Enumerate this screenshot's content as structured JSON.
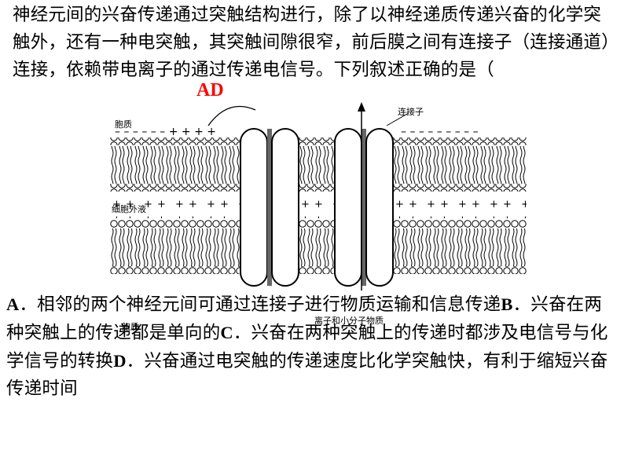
{
  "question": {
    "stem": "神经元间的兴奋传递通过突触结构进行，除了以神经递质传递兴奋的化学突触外，还有一种电突触，其突触间隙很窄，前后膜之间有连接子（连接通道）连接，依赖带电离子的通过传递电信号。下列叙述正确的是（",
    "answer": "AD"
  },
  "diagram": {
    "label_cytoplasm": "胞质",
    "label_extracellular": "细胞外液",
    "label_connexon": "连接子",
    "label_ions": "离子和小分子物质",
    "label_bottom_left": "胞质"
  },
  "options": [
    {
      "letter": "A",
      "text": "．相邻的两个神经元间可通过连接子进行物质运输和信息传递"
    },
    {
      "letter": "B",
      "text": "．兴奋在两种突触上的传递都是单向的"
    },
    {
      "letter": "C",
      "text": "．兴奋在两种突触上的传递时都涉及电信号与化学信号的转换"
    },
    {
      "letter": "D",
      "text": "．兴奋通过电突触的传递速度比化学突触快，有利于缩短兴奋传递时间"
    }
  ]
}
